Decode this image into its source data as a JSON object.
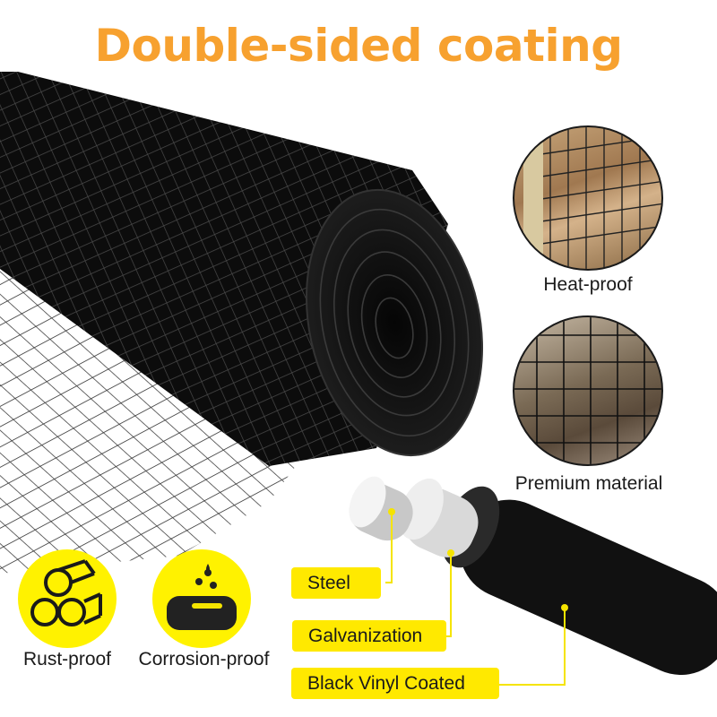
{
  "header": {
    "title": "Double-sided coating"
  },
  "features": [
    {
      "label": "Heat-proof",
      "icon": "fence-photo-icon"
    },
    {
      "label": "Premium material",
      "icon": "garden-mesh-photo-icon"
    },
    {
      "label": "Rust-proof",
      "icon": "pipes-icon"
    },
    {
      "label": "Corrosion-proof",
      "icon": "drops-bar-icon"
    }
  ],
  "layers": [
    {
      "label": "Steel"
    },
    {
      "label": "Galvanization"
    },
    {
      "label": "Black Vinyl Coated"
    }
  ],
  "colors": {
    "title": "#f7a12f",
    "tag": "#ffe900",
    "icon_bg": "#fff200",
    "text": "#1a1a1a"
  }
}
